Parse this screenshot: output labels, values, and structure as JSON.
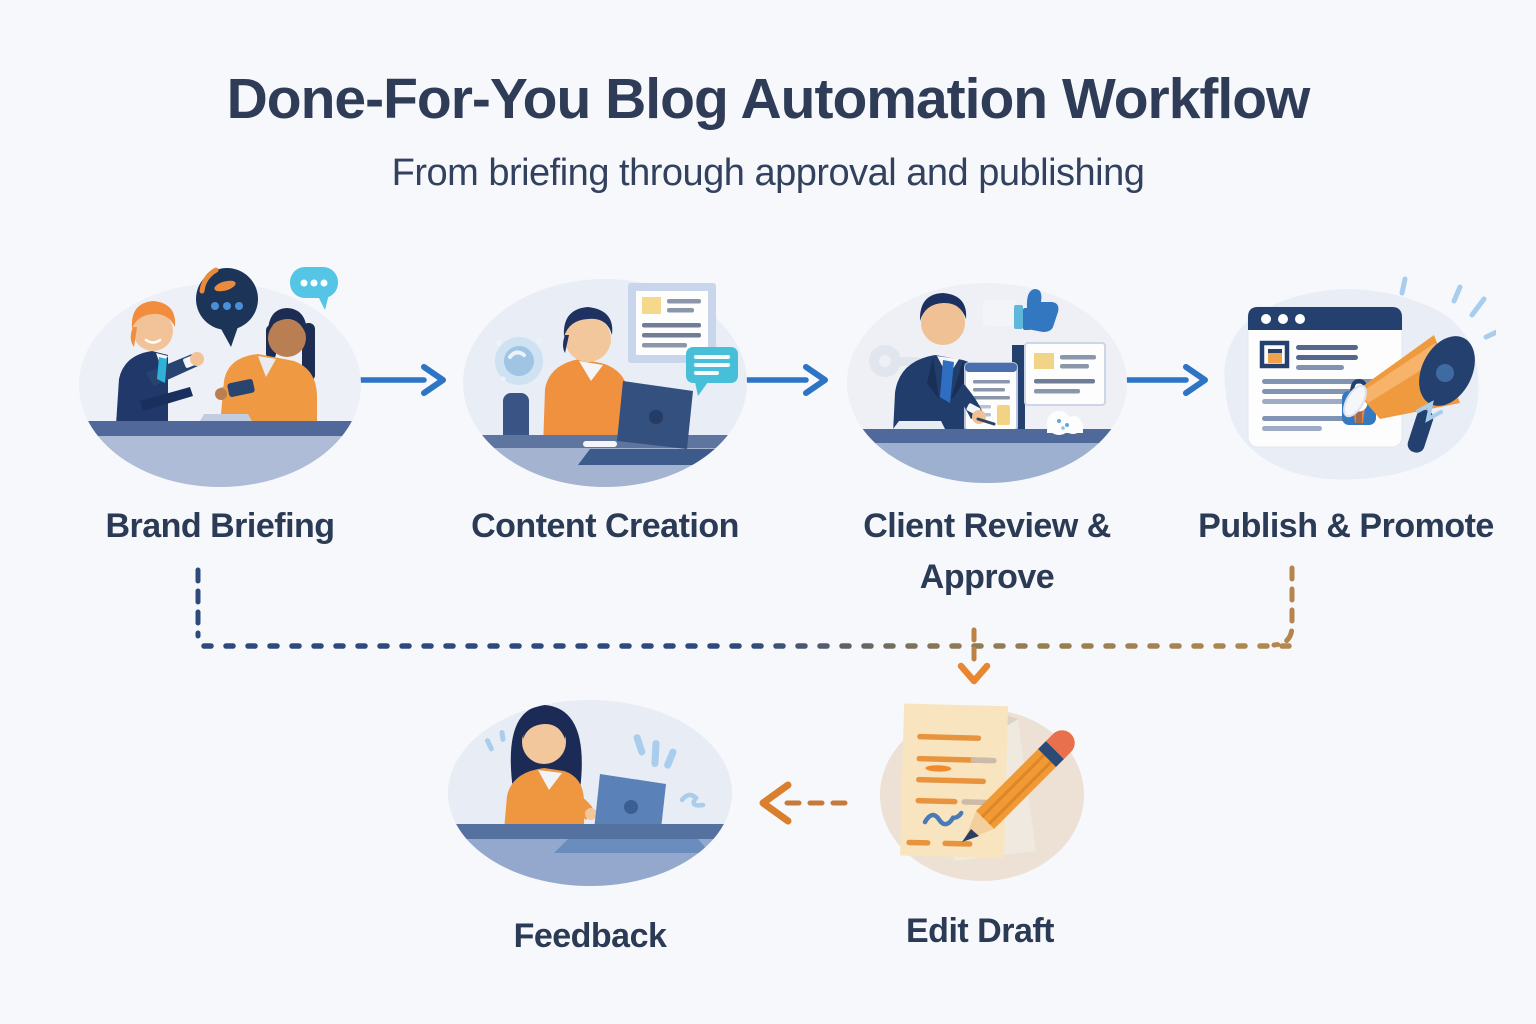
{
  "header": {
    "title": "Done-For-You Blog Automation Workflow",
    "subtitle": "From briefing through approval and publishing"
  },
  "steps": {
    "brand_briefing": {
      "label": "Brand Briefing"
    },
    "content_creation": {
      "label": "Content Creation"
    },
    "client_review": {
      "label": "Client Review & Approve"
    },
    "publish_promote": {
      "label": "Publish & Promote"
    },
    "feedback": {
      "label": "Feedback"
    },
    "edit_draft": {
      "label": "Edit Draft"
    }
  },
  "flow": {
    "main_sequence": [
      "Brand Briefing",
      "Content Creation",
      "Client Review & Approve",
      "Publish & Promote"
    ],
    "revision_loop": [
      "Publish & Promote",
      "Edit Draft",
      "Feedback",
      "Brand Briefing"
    ]
  },
  "icons": [
    "speech-bubble-dark-icon",
    "speech-bubble-teal-icon",
    "document-panel",
    "chat-bubble-icon",
    "ai-gear-icon",
    "laptop-icon",
    "thumbs-up-icon",
    "monitor-panel",
    "document-tablet",
    "browser-window",
    "award-badge-icon",
    "megaphone-icon",
    "pencil-icon",
    "draft-paper"
  ],
  "colors": {
    "background": "#f7f8fb",
    "title_navy": "#2e3c58",
    "label_navy": "#2b3a55",
    "arrow_blue": "#2e74c4",
    "loop_navy": "#2e4a7d",
    "loop_tan": "#b3894f",
    "loop_orange": "#e8872f",
    "accent_orange": "#f0953f",
    "teal": "#54c5e5",
    "illustration_navy": "#24406e"
  }
}
